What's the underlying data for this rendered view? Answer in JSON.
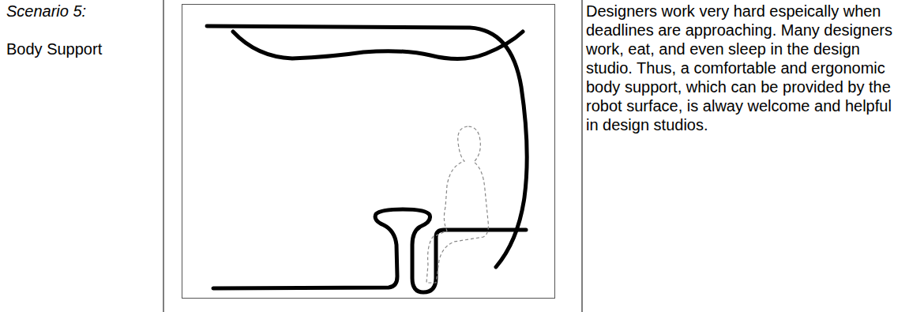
{
  "diagram": {
    "labels": [
      "Scenario 5:",
      "Body Support",
      "Designers work very hard espeically when deadlines are approaching. Many designers work, eat, and even sleep in the design studio. Thus, a comfortable and ergonomic body support, which can be provided by the robot surface, is alway welcome and helpful in design studios."
    ]
  }
}
